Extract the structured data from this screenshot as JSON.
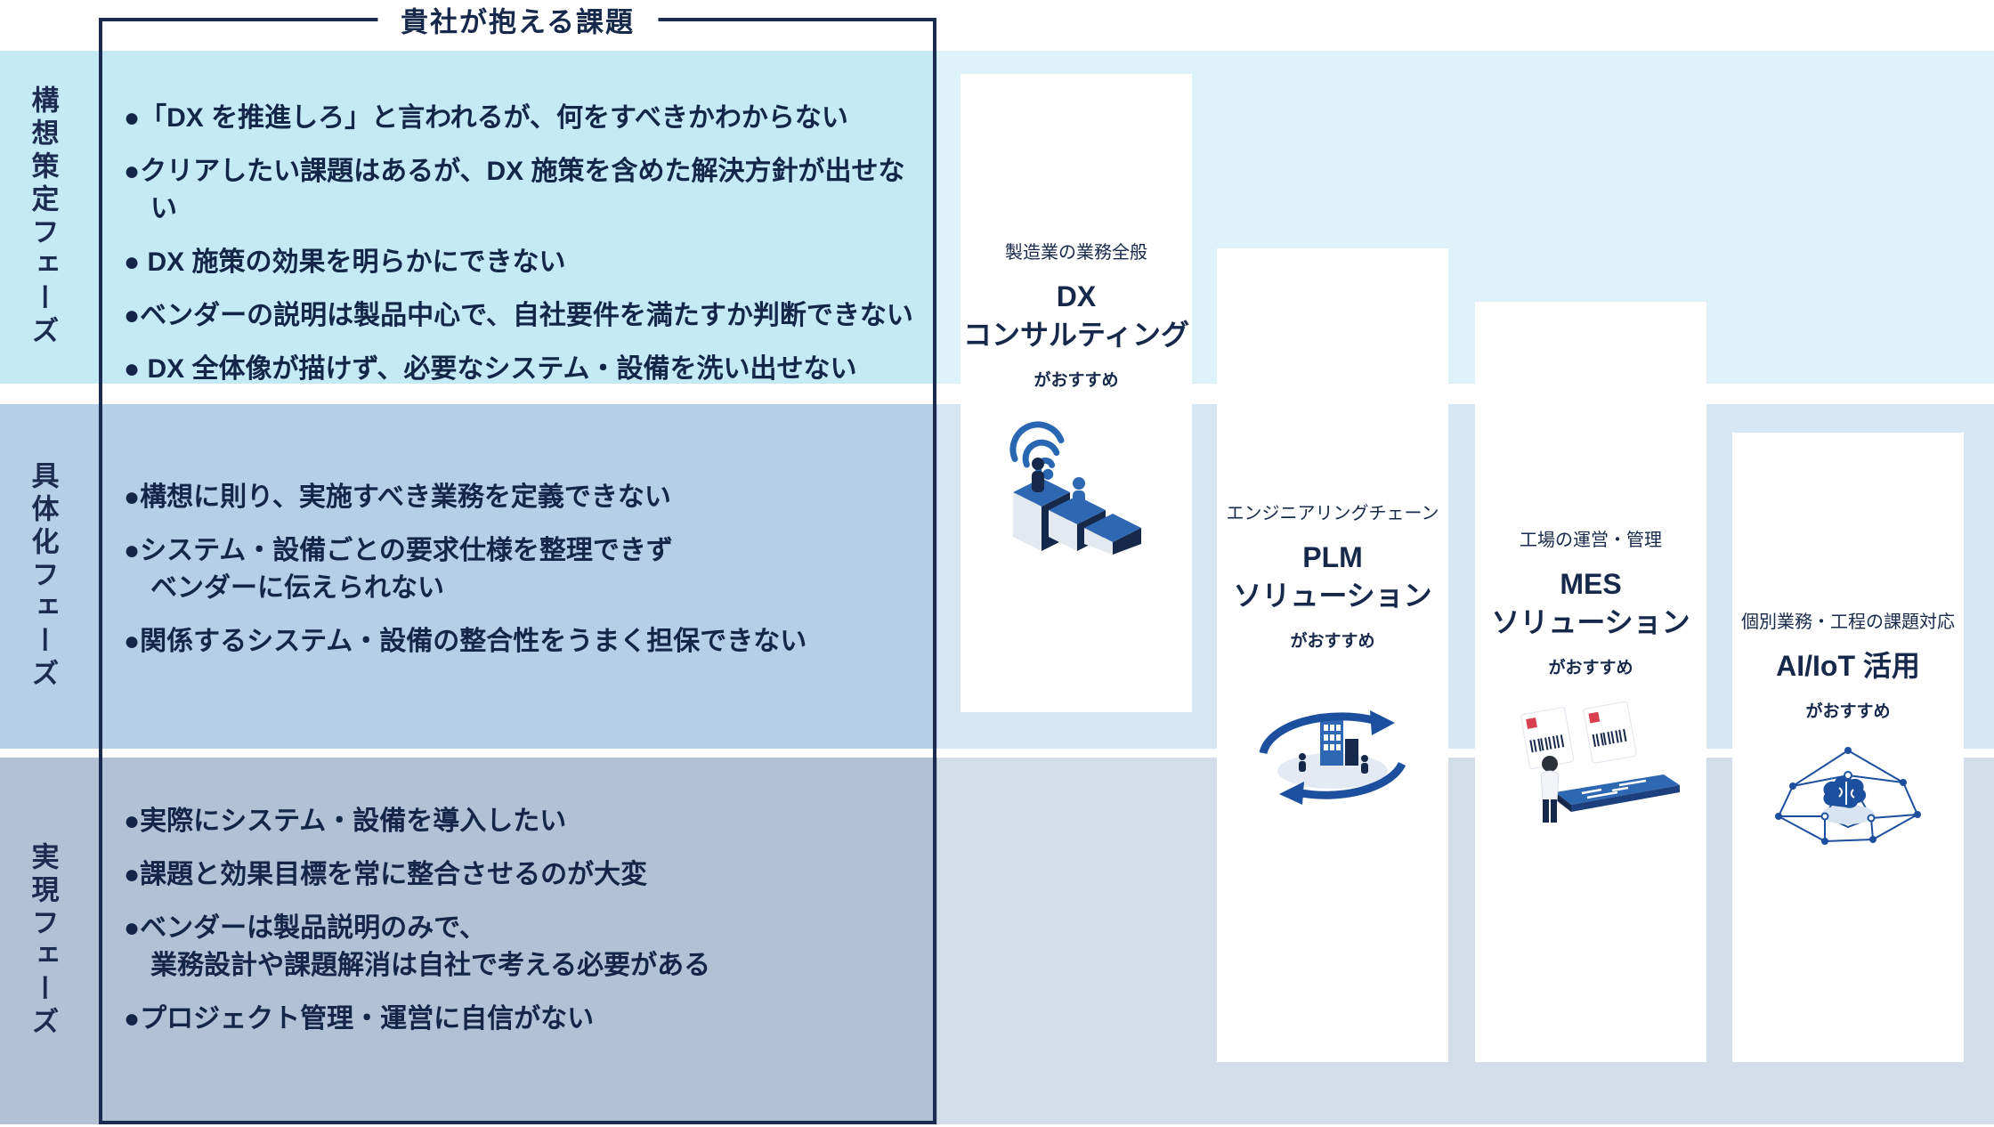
{
  "title": "貴社が抱える課題",
  "phases": [
    {
      "label": "構想策定フェーズ",
      "issues": [
        "●「DX を推進しろ」と言われるが、何をすべきかわからない",
        "●クリアしたい課題はあるが、DX 施策を含めた解決方針が出せない",
        "● DX 施策の効果を明らかにできない",
        "●ベンダーの説明は製品中心で、自社要件を満たすか判断できない",
        "● DX 全体像が描けず、必要なシステム・設備を洗い出せない"
      ]
    },
    {
      "label": "具体化フェーズ",
      "issues": [
        "●構想に則り、実施すべき業務を定義できない",
        "●システム・設備ごとの要求仕様を整理できず\nベンダーに伝えられない",
        "●関係するシステム・設備の整合性をうまく担保できない"
      ]
    },
    {
      "label": "実現フェーズ",
      "issues": [
        "●実際にシステム・設備を導入したい",
        "●課題と効果目標を常に整合させるのが大変",
        "●ベンダーは製品説明のみで、\n業務設計や課題解消は自社で考える必要がある",
        "●プロジェクト管理・運営に自信がない"
      ]
    }
  ],
  "solutions": [
    {
      "category": "製造業の業務全般",
      "title": "DX\nコンサルティング",
      "note": "がおすすめ",
      "icon": "dx-consulting-icon"
    },
    {
      "category": "エンジニアリングチェーン",
      "title": "PLM\nソリューション",
      "note": "がおすすめ",
      "icon": "plm-cycle-icon"
    },
    {
      "category": "工場の運営・管理",
      "title": "MES\nソリューション",
      "note": "がおすすめ",
      "icon": "mes-barcode-icon"
    },
    {
      "category": "個別業務・工程の課題対応",
      "title": "AI/IoT 活用",
      "note": "がおすすめ",
      "icon": "ai-iot-brain-icon"
    }
  ],
  "colors": {
    "navy_text": "#16294a",
    "frame_border": "#1b2c50",
    "band1_left": "#c6e9f6",
    "band1_right": "#def2fa",
    "band2_left": "#b5cfe7",
    "band2_right": "#d7e6f3",
    "band3_left": "#b3c1d6",
    "band3_right": "#d4deeb",
    "card_bg": "#ffffff",
    "icon_blue": "#2e68b2",
    "icon_deep_blue": "#1c4f9e",
    "icon_navy": "#16294a",
    "accent_red": "#d8404f"
  }
}
